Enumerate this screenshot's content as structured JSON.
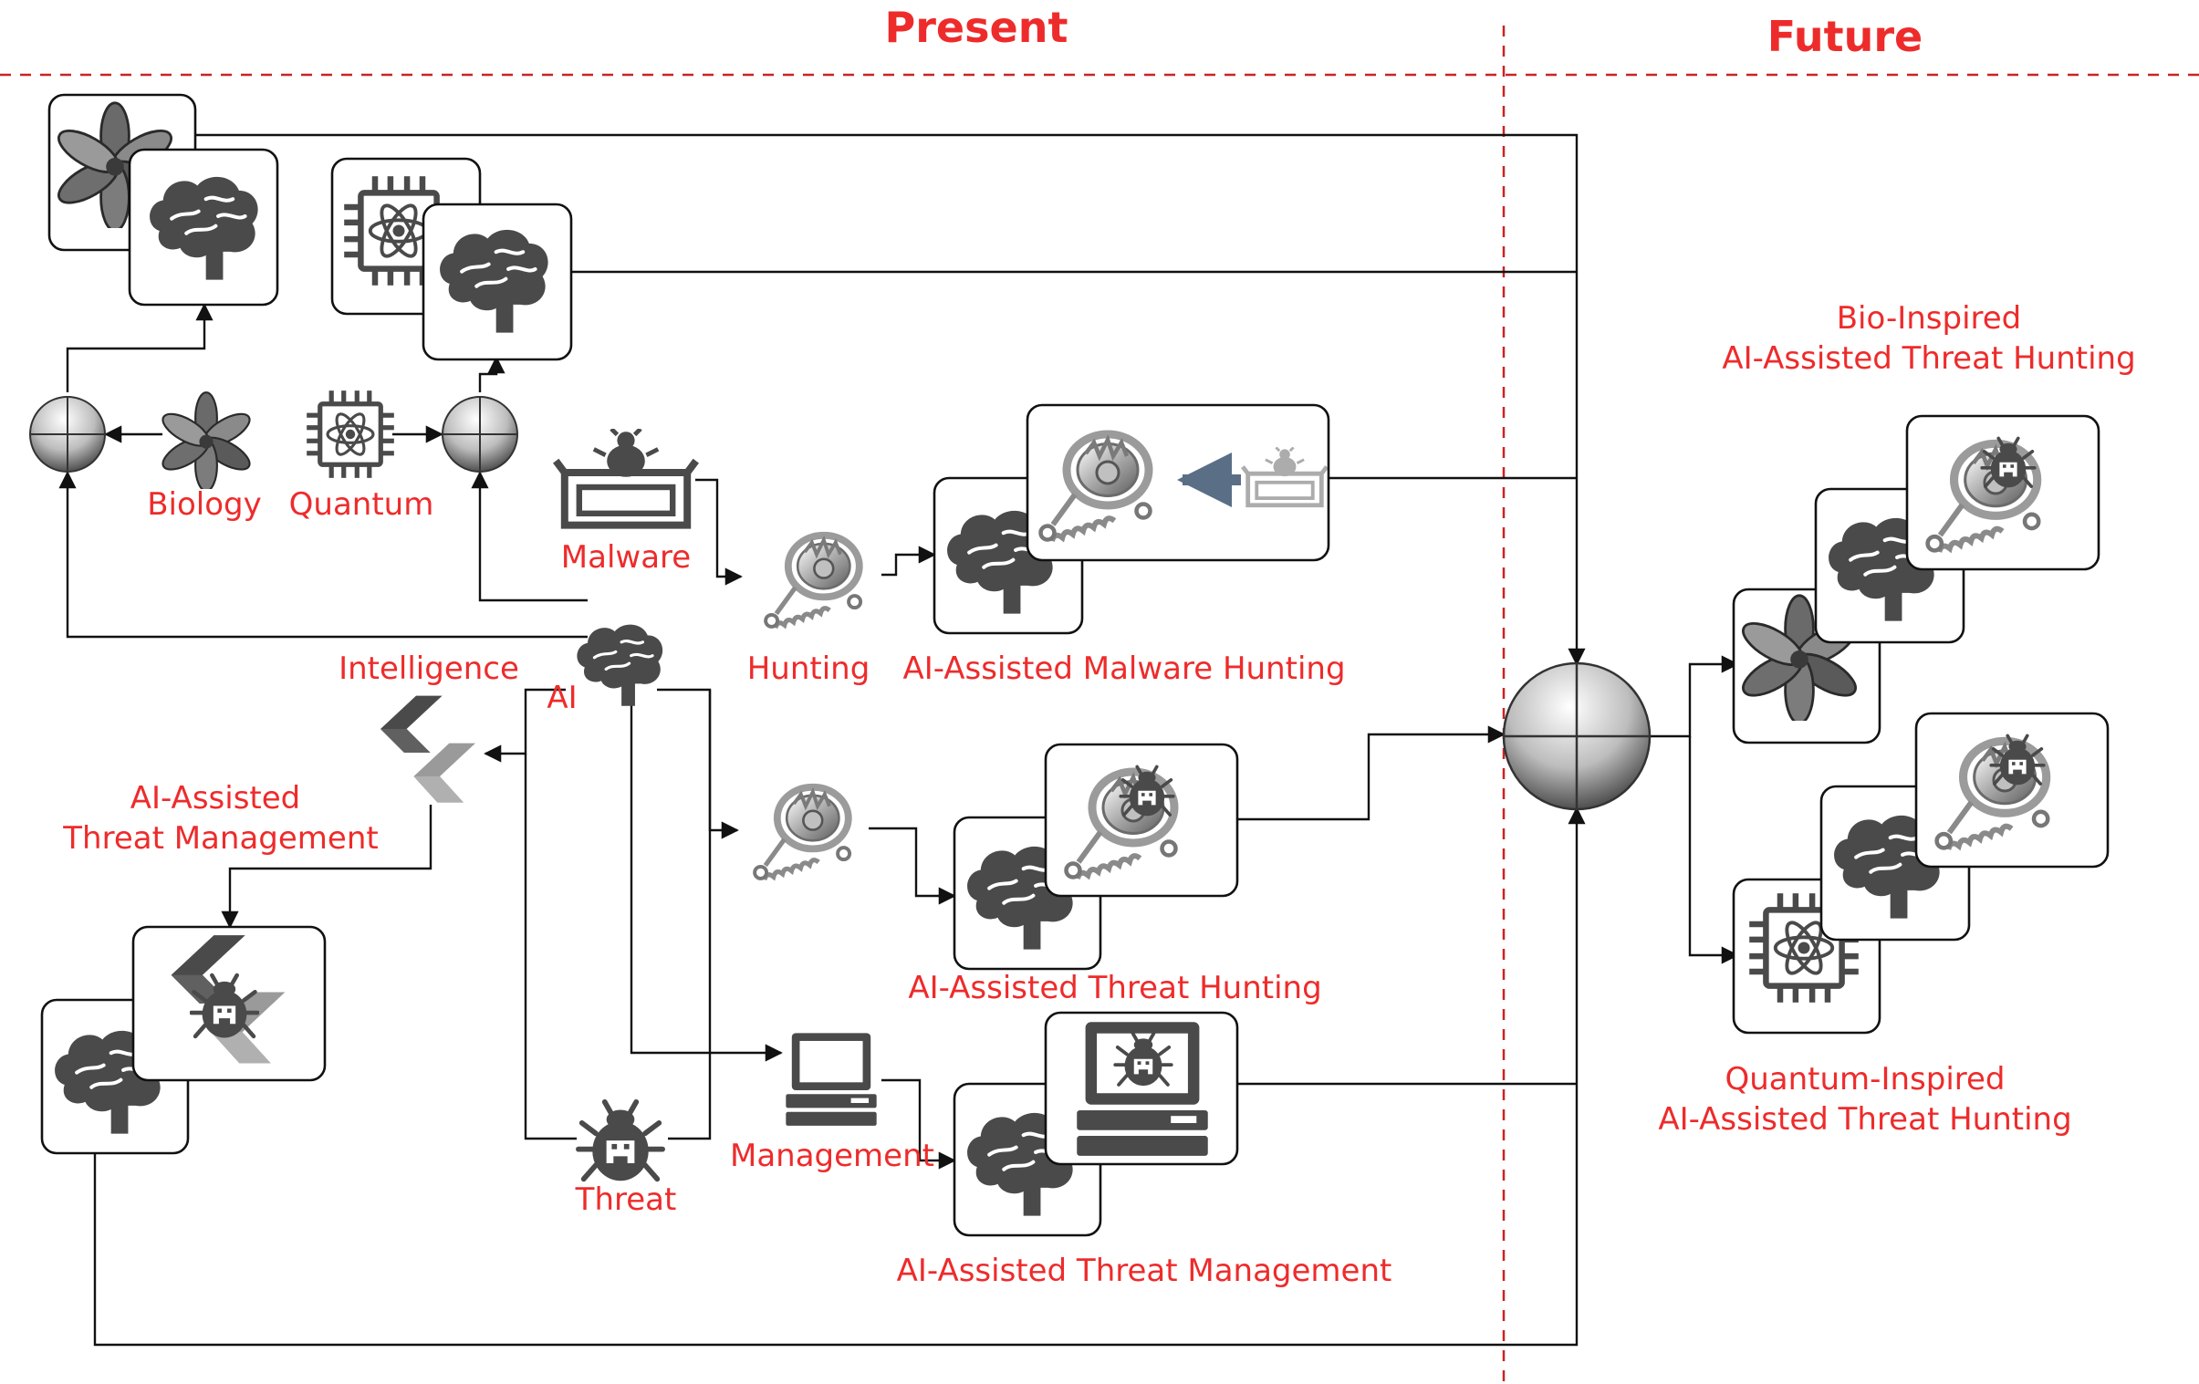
{
  "headers": {
    "present": "Present",
    "future": "Future"
  },
  "labels": {
    "biology": "Biology",
    "quantum": "Quantum",
    "malware": "Malware",
    "hunting": "Hunting",
    "intelligence": "Intelligence",
    "ai": "AI",
    "threat": "Threat",
    "management": "Management",
    "ai_threat_management_1": "AI-Assisted",
    "ai_threat_management_2": "Threat Management",
    "ai_malware_hunting": "AI-Assisted Malware Hunting",
    "ai_threat_hunting": "AI-Assisted Threat Hunting",
    "ai_threat_management_full": "AI-Assisted Threat Management",
    "bio_inspired_1": "Bio-Inspired",
    "bio_inspired_2": "AI-Assisted Threat Hunting",
    "quantum_inspired_1": "Quantum-Inspired",
    "quantum_inspired_2": "AI-Assisted Threat Hunting"
  },
  "colors": {
    "label": "#ee2b2b",
    "icon": "#4a4a4a",
    "line": "#111111",
    "divider": "#cc2222"
  }
}
